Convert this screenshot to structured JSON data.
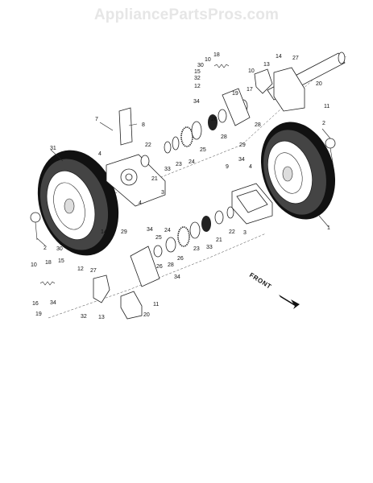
{
  "watermark": "AppliancePartsPros.com",
  "front_label": "FRONT",
  "part_labels": [
    "18",
    "10",
    "30",
    "15",
    "32",
    "12",
    "14",
    "27",
    "13",
    "10",
    "17",
    "20",
    "34",
    "19",
    "11",
    "28",
    "7",
    "8",
    "26",
    "25",
    "24",
    "23",
    "33",
    "21",
    "22",
    "31",
    "4",
    "29",
    "28",
    "2",
    "9",
    "34",
    "4",
    "3",
    "1",
    "4",
    "2",
    "24",
    "25",
    "26",
    "23",
    "33",
    "21",
    "22",
    "3",
    "29",
    "34",
    "28",
    "26",
    "34",
    "14",
    "10",
    "18",
    "30",
    "15",
    "12",
    "27",
    "16",
    "34",
    "32",
    "13",
    "19",
    "11",
    "20"
  ]
}
